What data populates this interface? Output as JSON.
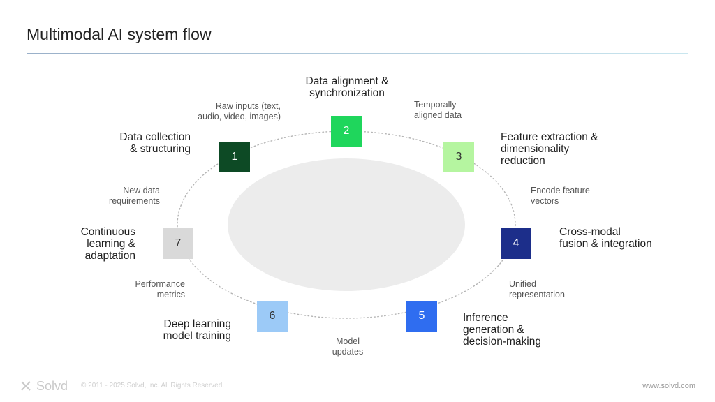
{
  "title": "Multimodal AI system flow",
  "steps": [
    {
      "number": "1",
      "label": [
        "Data collection",
        "& structuring"
      ],
      "color": "#0d4a25",
      "text_color": "#ffffff"
    },
    {
      "number": "2",
      "label": [
        "Data alignment &",
        "synchronization"
      ],
      "color": "#1fd65c",
      "text_color": "#ffffff"
    },
    {
      "number": "3",
      "label": [
        "Feature extraction &",
        "dimensionality",
        "reduction"
      ],
      "color": "#b5f5a0",
      "text_color": "#333333"
    },
    {
      "number": "4",
      "label": [
        "Cross-modal",
        "fusion & integration"
      ],
      "color": "#1c2e8a",
      "text_color": "#ffffff"
    },
    {
      "number": "5",
      "label": [
        "Inference",
        "generation &",
        "decision-making"
      ],
      "color": "#2f6df0",
      "text_color": "#ffffff"
    },
    {
      "number": "6",
      "label": [
        "Deep learning",
        "model training"
      ],
      "color": "#9ccaf7",
      "text_color": "#333333"
    },
    {
      "number": "7",
      "label": [
        "Continuous",
        "learning &",
        "adaptation"
      ],
      "color": "#d9d9d9",
      "text_color": "#333333"
    }
  ],
  "flows": [
    {
      "id": "1-2",
      "text": [
        "Raw inputs (text,",
        "audio, video, images)"
      ]
    },
    {
      "id": "2-3",
      "text": [
        "Temporally",
        "aligned data"
      ]
    },
    {
      "id": "3-4",
      "text": [
        "Encode feature",
        "vectors"
      ]
    },
    {
      "id": "4-5",
      "text": [
        "Unified",
        "representation"
      ]
    },
    {
      "id": "5-6",
      "text": [
        "Model",
        "updates"
      ]
    },
    {
      "id": "6-7",
      "text": [
        "Performance",
        "metrics"
      ]
    },
    {
      "id": "7-1",
      "text": [
        "New data",
        "requirements"
      ]
    }
  ],
  "footer": {
    "brand": "Solvd",
    "copyright": "© 2011 - 2025 Solvd, Inc. All Rights Reserved.",
    "url": "www.solvd.com"
  }
}
